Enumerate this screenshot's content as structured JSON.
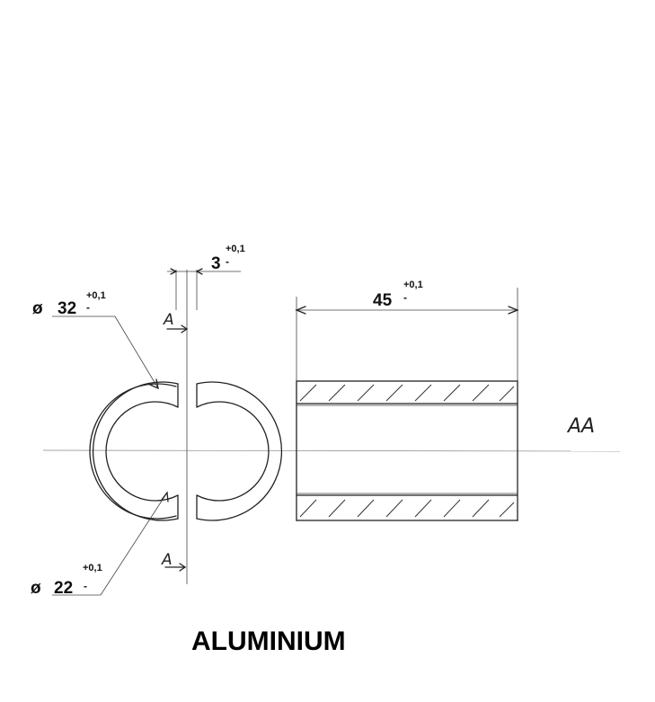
{
  "dimensions": {
    "outer_diameter": {
      "symbol": "ø",
      "value": "32",
      "tolerance_upper": "+0,1",
      "tolerance_lower": "-"
    },
    "inner_diameter": {
      "symbol": "ø",
      "value": "22",
      "tolerance_upper": "+0,1",
      "tolerance_lower": "-"
    },
    "slot_width": {
      "value": "3",
      "tolerance_upper": "+0,1",
      "tolerance_lower": "-"
    },
    "length": {
      "value": "45",
      "tolerance_upper": "+0,1",
      "tolerance_lower": "-"
    }
  },
  "section": {
    "cut_label_top": "A",
    "cut_label_bottom": "A",
    "view_label": "AA"
  },
  "material": "ALUMINIUM",
  "colors": {
    "ink": "#222222",
    "background": "#ffffff"
  }
}
